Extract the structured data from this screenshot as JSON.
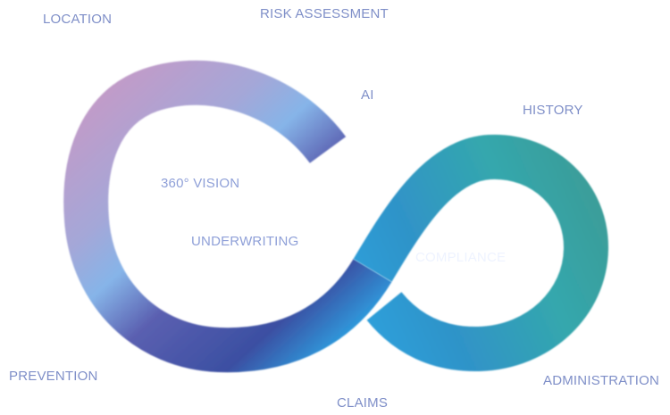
{
  "labels": {
    "location": "LOCATION",
    "risk_assessment": "RISK ASSESSMENT",
    "ai": "AI",
    "history": "HISTORY",
    "vision": "360° VISION",
    "underwriting": "UNDERWRITING",
    "compliance": "COMPLIANCE",
    "prevention": "PREVENTION",
    "claims": "CLAIMS",
    "administration": "ADMINISTRATION"
  },
  "colors": {
    "outer_label": "#7f8fc8",
    "inner_label": "#8fa0d8",
    "compliance_label": "#eef3ff",
    "gradient_purple": "#c39ac7",
    "gradient_lilac": "#a4a7d8",
    "gradient_blue_light": "#86b4e8",
    "gradient_indigo": "#5a5fb0",
    "gradient_navy": "#3b4fa2",
    "gradient_cyan": "#2ba7e7",
    "gradient_teal": "#34a7ad",
    "gradient_teal_dark": "#3b9c97"
  }
}
